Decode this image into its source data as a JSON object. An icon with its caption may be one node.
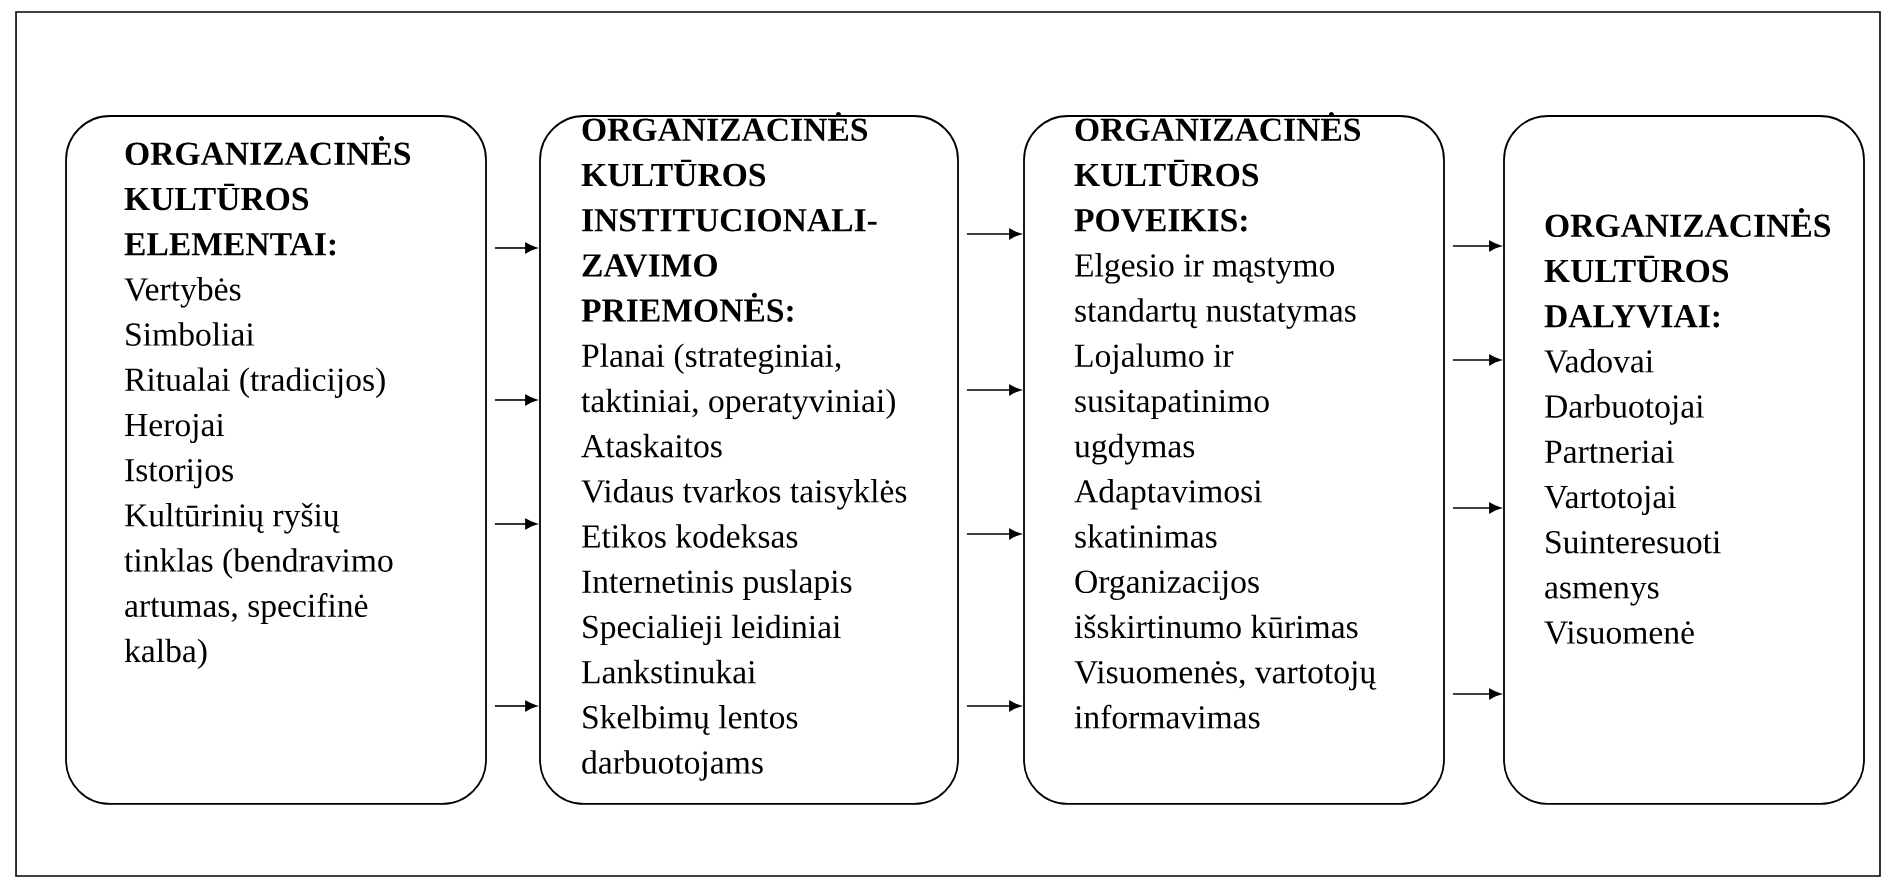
{
  "diagram": {
    "nodes": [
      {
        "text": [
          "ORGANIZACINĖS KULTŪROS ELEMENTAI:",
          "Vertybės",
          "Simboliai",
          "Ritualai (tradicijos)",
          "Herojai",
          "Istorijos",
          "Kultūrinių ryšių tinklas (bendravimo artumas, specifinė kalba)"
        ]
      },
      {
        "text": [
          "ORGANIZACINĖS KULTŪROS INSTITUCIONALI-ZAVIMO PRIEMONĖS:",
          "Planai (strateginiai, taktiniai, operatyviniai)",
          "Ataskaitos",
          "Vidaus tvarkos taisyklės",
          "Etikos kodeksas",
          "Internetinis puslapis",
          "Specialieji leidiniai",
          "Lankstinukai",
          "Skelbimų lentos darbuotojams"
        ]
      },
      {
        "text": [
          "ORGANIZACINĖS KULTŪROS POVEIKIS:",
          "Elgesio ir mąstymo standartų nustatymas",
          "Lojalumo ir susitapatinimo ugdymas",
          "Adaptavimosi skatinimas",
          "Organizacijos išskirtinumo kūrimas",
          "Visuomenės, vartotojų informavimas"
        ]
      },
      {
        "text": [
          "ORGANIZACINĖS KULTŪROS DALYVIAI:",
          "Vadovai",
          "Darbuotojai",
          "Partneriai",
          "Vartotojai",
          "Suinteresuoti asmenys",
          "Visuomenė"
        ]
      }
    ],
    "edges": [
      {
        "from": 0,
        "to": 1,
        "arrow": "to"
      },
      {
        "from": 0,
        "to": 1,
        "arrow": "to"
      },
      {
        "from": 0,
        "to": 1,
        "arrow": "to"
      },
      {
        "from": 0,
        "to": 1,
        "arrow": "to"
      },
      {
        "from": 1,
        "to": 2,
        "arrow": "to"
      },
      {
        "from": 1,
        "to": 2,
        "arrow": "to"
      },
      {
        "from": 1,
        "to": 2,
        "arrow": "to"
      },
      {
        "from": 1,
        "to": 2,
        "arrow": "to"
      },
      {
        "from": 2,
        "to": 3,
        "arrow": "to"
      },
      {
        "from": 2,
        "to": 3,
        "arrow": "to"
      },
      {
        "from": 2,
        "to": 3,
        "arrow": "to"
      },
      {
        "from": 2,
        "to": 3,
        "arrow": "to"
      }
    ]
  }
}
